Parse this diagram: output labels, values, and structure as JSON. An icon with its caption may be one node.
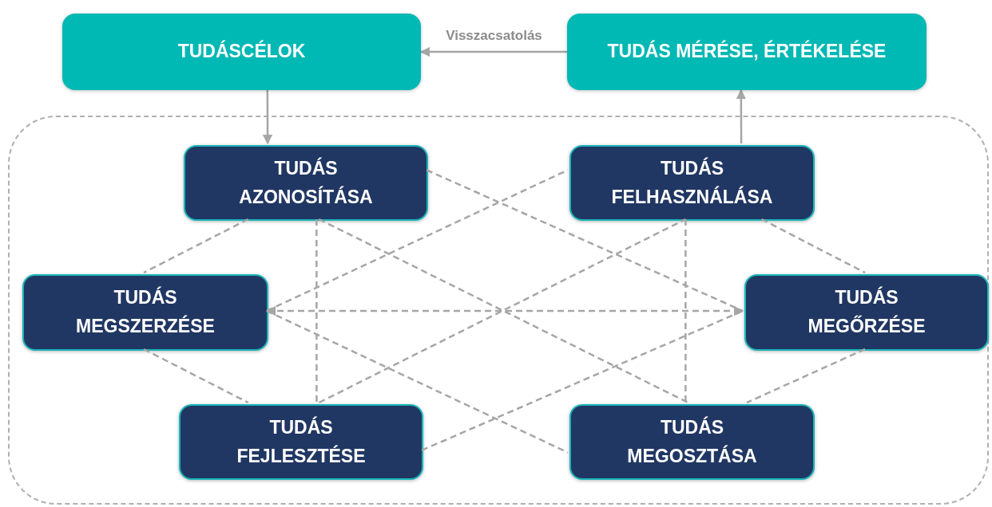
{
  "diagram": {
    "nodes": [
      {
        "text": [
          "TUDÁSCÉLOK"
        ]
      },
      {
        "text": [
          "TUDÁS MÉRÉSE, ÉRTÉKELÉSE"
        ]
      },
      {
        "text": [],
        "shape": "box"
      },
      {
        "text": [
          "TUDÁS AZONOSÍTÁSA"
        ],
        "in": 2
      },
      {
        "text": [
          "TUDÁS FELHASZNÁLÁSA"
        ],
        "in": 2
      },
      {
        "text": [
          "TUDÁS MEGSZERZÉSE"
        ],
        "in": 2
      },
      {
        "text": [
          "TUDÁS MEGŐRZÉSE"
        ],
        "in": 2
      },
      {
        "text": [
          "TUDÁS FEJLESZTÉSE"
        ],
        "in": 2
      },
      {
        "text": [
          "TUDÁS MEGOSZTÁSA"
        ],
        "in": 2
      }
    ],
    "edges": [
      {
        "from": 1,
        "to": 0,
        "arrow": "to",
        "label": "Visszacsatolás"
      },
      {
        "from": 0,
        "to": 3,
        "arrow": "to"
      },
      {
        "from": 4,
        "to": 1,
        "arrow": "to"
      },
      {
        "from": 3,
        "to": 5,
        "arrow": "none",
        "style": "dashed"
      },
      {
        "from": 5,
        "to": 7,
        "arrow": "none",
        "style": "dashed"
      },
      {
        "from": 3,
        "to": 6,
        "arrow": "none",
        "style": "dashed"
      },
      {
        "from": 3,
        "to": 7,
        "arrow": "none",
        "style": "dashed"
      },
      {
        "from": 3,
        "to": 8,
        "arrow": "none",
        "style": "dashed"
      },
      {
        "from": 5,
        "to": 4,
        "arrow": "none",
        "style": "dashed"
      },
      {
        "from": 5,
        "to": 6,
        "arrow": "both",
        "style": "dashed"
      },
      {
        "from": 5,
        "to": 8,
        "arrow": "none",
        "style": "dashed"
      },
      {
        "from": 7,
        "to": 4,
        "arrow": "none",
        "style": "dashed"
      },
      {
        "from": 7,
        "to": 6,
        "arrow": "none",
        "style": "dashed"
      },
      {
        "from": 4,
        "to": 8,
        "arrow": "none",
        "style": "dashed"
      },
      {
        "from": 4,
        "to": 6,
        "arrow": "none",
        "style": "dashed"
      },
      {
        "from": 6,
        "to": 8,
        "arrow": "none",
        "style": "dashed"
      }
    ]
  }
}
